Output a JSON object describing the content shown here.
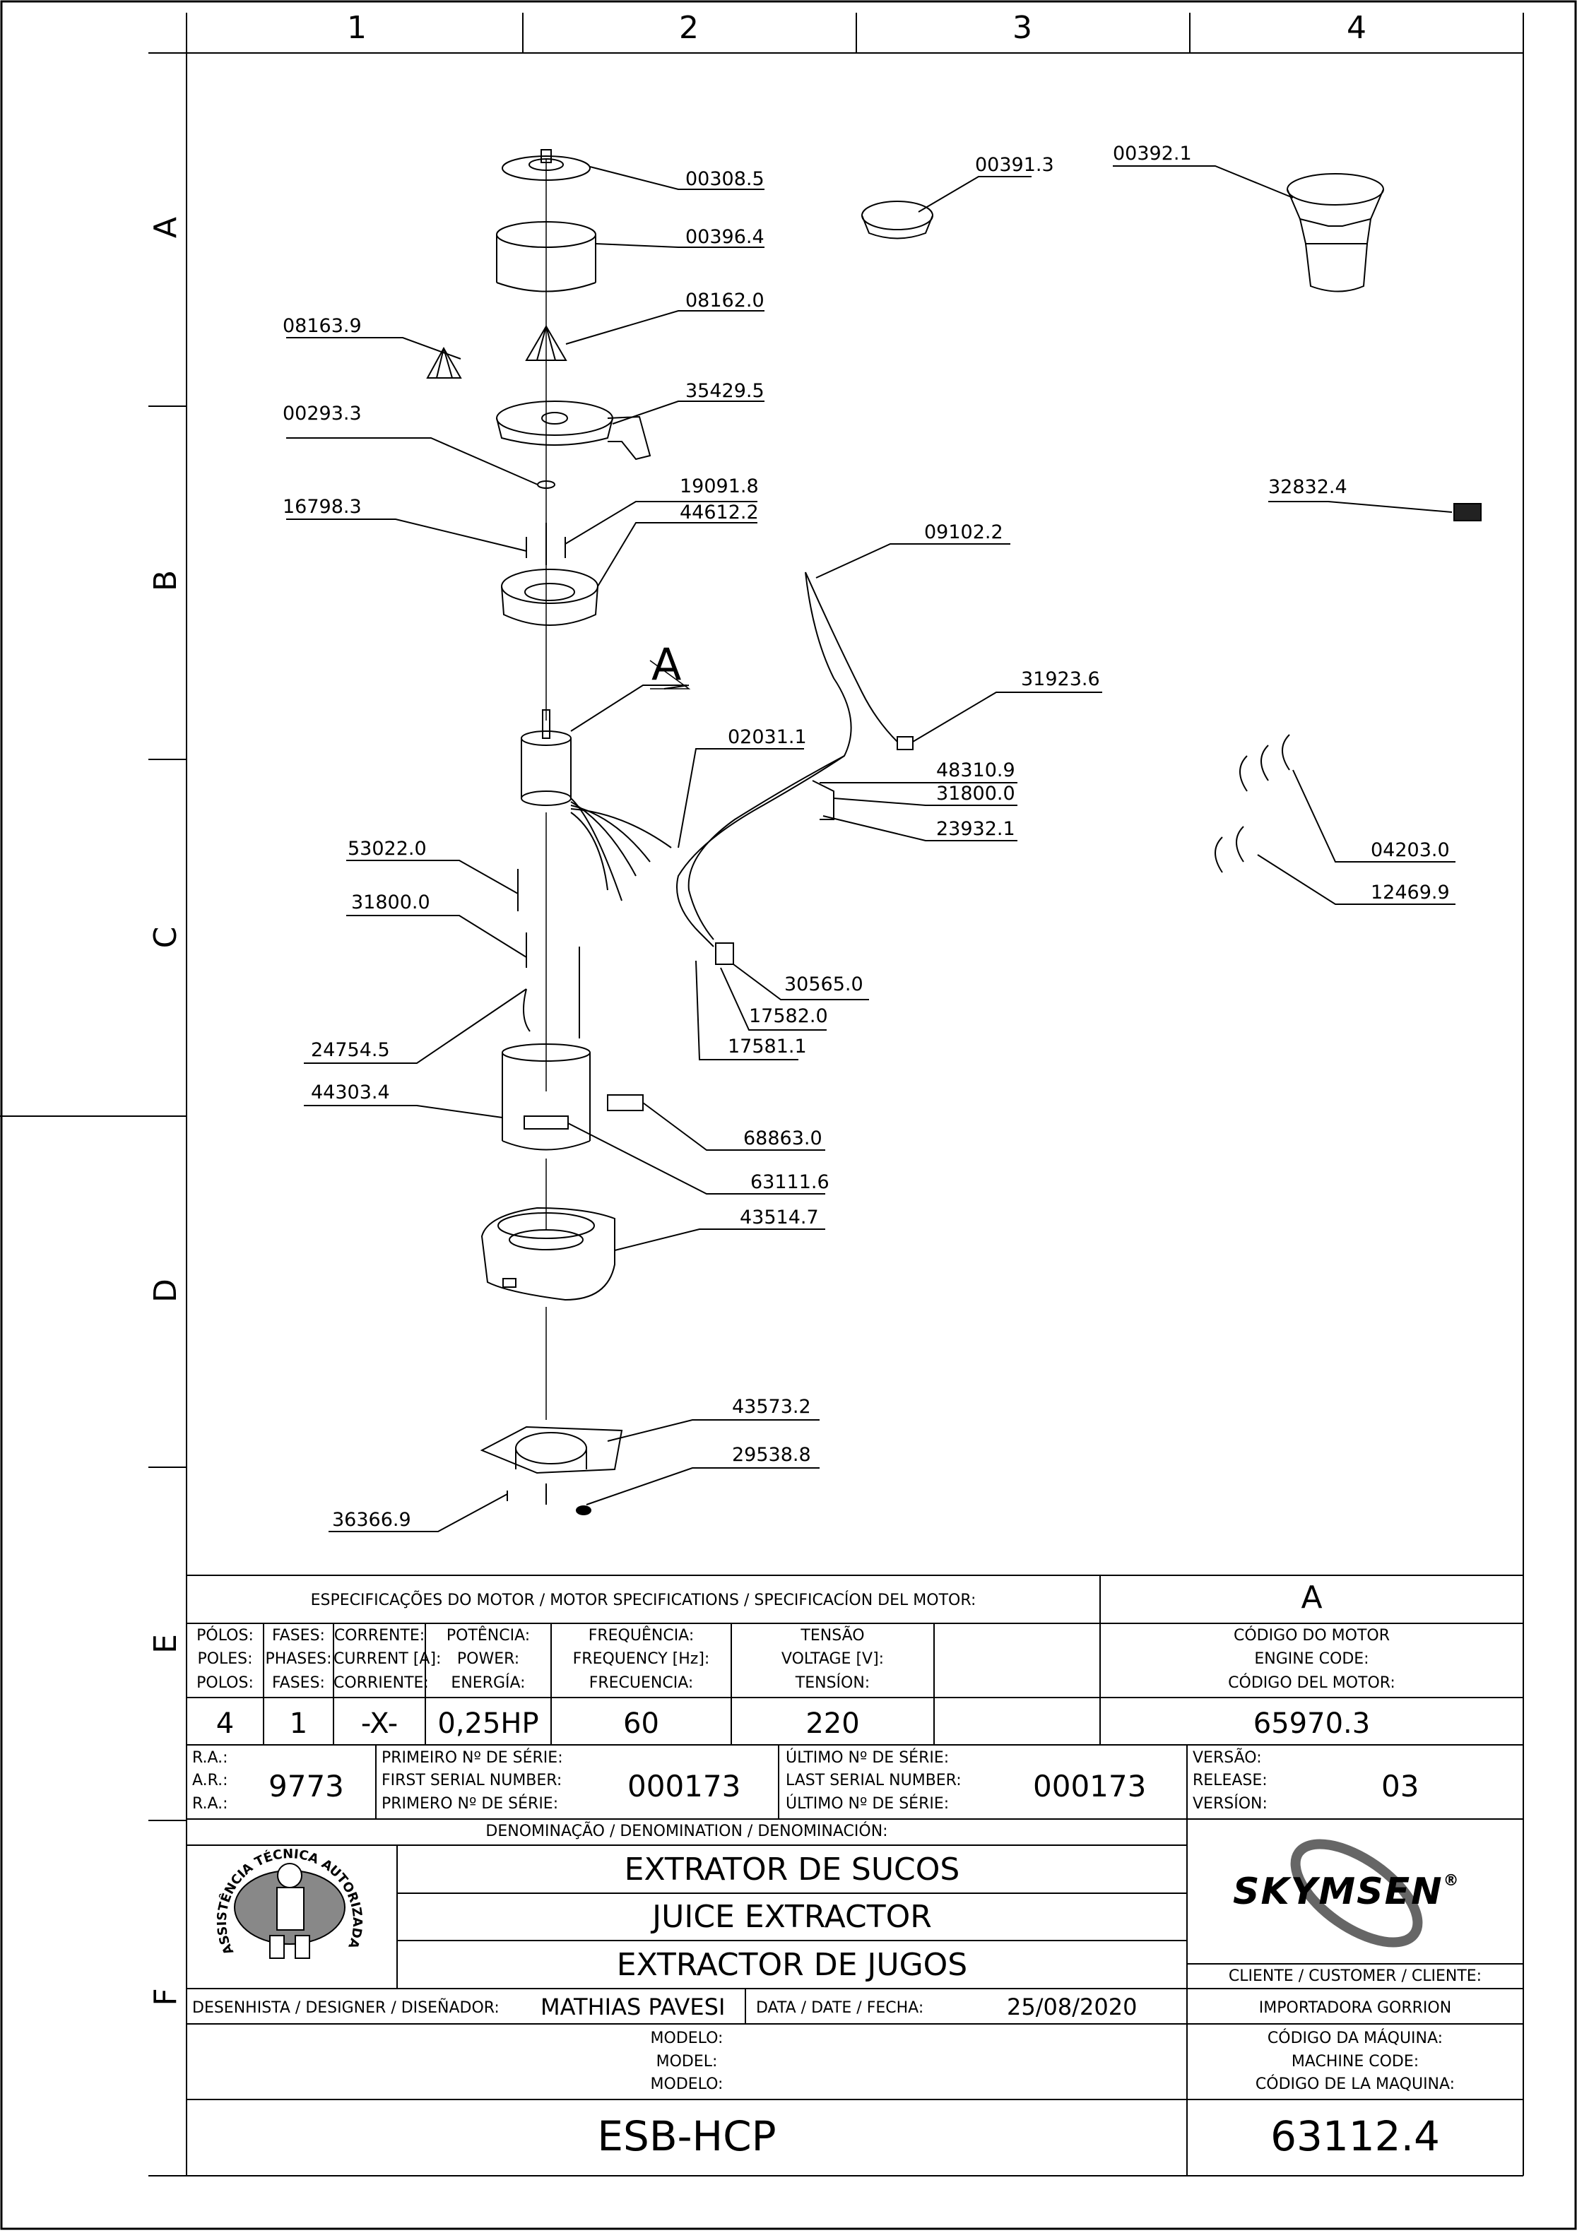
{
  "grid": {
    "columns": [
      "1",
      "2",
      "3",
      "4"
    ],
    "rows": [
      "A",
      "B",
      "C",
      "D",
      "E",
      "F"
    ]
  },
  "parts": {
    "p00308_5": "00308.5",
    "p00396_4": "00396.4",
    "p08162_0": "08162.0",
    "p08163_9": "08163.9",
    "p35429_5": "35429.5",
    "p00293_3": "00293.3",
    "p19091_8": "19091.8",
    "p44612_2": "44612.2",
    "p16798_3": "16798.3",
    "p00391_3": "00391.3",
    "p00392_1": "00392.1",
    "p32832_4": "32832.4",
    "p09102_2": "09102.2",
    "p31923_6": "31923.6",
    "p02031_1": "02031.1",
    "p48310_9": "48310.9",
    "p31800_0a": "31800.0",
    "p23932_1": "23932.1",
    "p04203_0": "04203.0",
    "p12469_9": "12469.9",
    "p53022_0": "53022.0",
    "p31800_0b": "31800.0",
    "p30565_0": "30565.0",
    "p17582_0": "17582.0",
    "p17581_1": "17581.1",
    "p24754_5": "24754.5",
    "p44303_4": "44303.4",
    "p68863_0": "68863.0",
    "p63111_6": "63111.6",
    "p43514_7": "43514.7",
    "p43573_2": "43573.2",
    "p29538_8": "29538.8",
    "p36366_9": "36366.9"
  },
  "detail_letter": "A",
  "motor": {
    "header": "ESPECIFICAÇÕES DO MOTOR / MOTOR SPECIFICATIONS / SPECIFICACÍON DEL MOTOR:",
    "letter": "A",
    "columns": [
      {
        "h1": "PÓLOS:",
        "h2": "POLES:",
        "h3": "POLOS:",
        "value": "4"
      },
      {
        "h1": "FASES:",
        "h2": "PHASES:",
        "h3": "FASES:",
        "value": "1"
      },
      {
        "h1": "CORRENTE:",
        "h2": "CURRENT [A]:",
        "h3": "CORRIENTE:",
        "value": "-X-"
      },
      {
        "h1": "POTÊNCIA:",
        "h2": "POWER:",
        "h3": "ENERGÍA:",
        "value": "0,25HP"
      },
      {
        "h1": "FREQUÊNCIA:",
        "h2": "FREQUENCY [Hz]:",
        "h3": "FRECUENCIA:",
        "value": "60"
      },
      {
        "h1": "TENSÃO",
        "h2": "VOLTAGE [V]:",
        "h3": "TENSÍON:",
        "value": "220"
      },
      {
        "h1": "CÓDIGO DO MOTOR",
        "h2": "ENGINE CODE:",
        "h3": "CÓDIGO DEL MOTOR:",
        "value": "65970.3"
      }
    ]
  },
  "serial": {
    "ra1": "R.A.:",
    "ra2": "A.R.:",
    "ra3": "R.A.:",
    "ra_value": "9773",
    "first1": "PRIMEIRO Nº DE SÉRIE:",
    "first2": "FIRST SERIAL NUMBER:",
    "first3": "PRIMERO Nº DE SÉRIE:",
    "first_value": "000173",
    "last1": "ÚLTIMO Nº DE SÉRIE:",
    "last2": "LAST SERIAL NUMBER:",
    "last3": "ÚLTIMO Nº DE SÉRIE:",
    "last_value": "000173",
    "ver1": "VERSÃO:",
    "ver2": "RELEASE:",
    "ver3": "VERSÍON:",
    "ver_value": "03"
  },
  "denomination": {
    "header": "DENOMINAÇÃO / DENOMINATION / DENOMINACIÓN:",
    "line1": "EXTRATOR DE SUCOS",
    "line2": "JUICE EXTRACTOR",
    "line3": "EXTRACTOR DE JUGOS"
  },
  "seal": {
    "text": "ASSISTÊNCIA TÉCNICA AUTORIZADA"
  },
  "brand": {
    "name": "SKYMSEN",
    "reg": "®"
  },
  "client": {
    "label": "CLIENTE / CUSTOMER / CLIENTE:",
    "value": "IMPORTADORA GORRION"
  },
  "designer": {
    "label": "DESENHISTA / DESIGNER / DISEÑADOR:",
    "value": "MATHIAS PAVESI",
    "date_label": "DATA / DATE / FECHA:",
    "date_value": "25/08/2020"
  },
  "model": {
    "l1": "MODELO:",
    "l2": "MODEL:",
    "l3": "MODELO:",
    "value": "ESB-HCP"
  },
  "machine": {
    "l1": "CÓDIGO DA MÁQUINA:",
    "l2": "MACHINE CODE:",
    "l3": "CÓDIGO DE LA MAQUINA:",
    "value": "63112.4"
  }
}
